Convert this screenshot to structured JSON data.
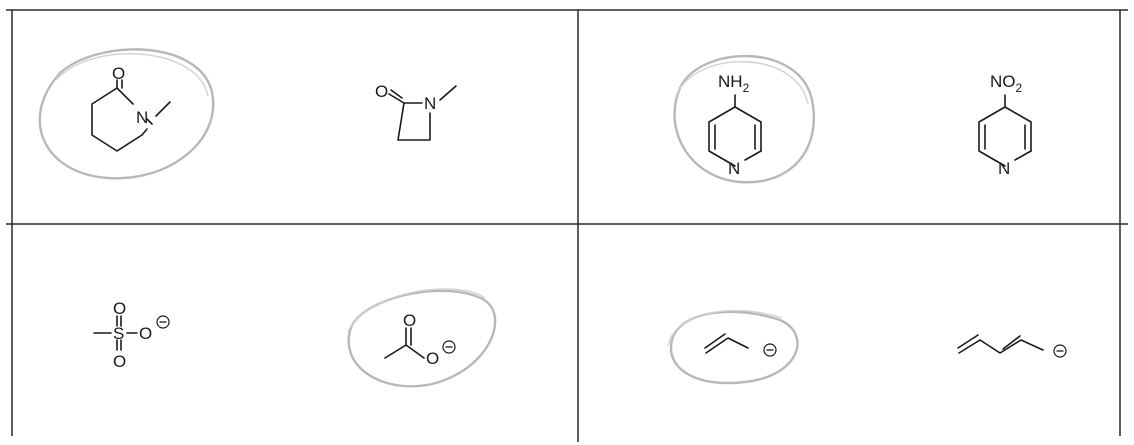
{
  "panels": [
    {
      "id": "top-left",
      "molecules": [
        {
          "name": "N-methyl-2-piperidone",
          "circled": true,
          "atoms": {
            "o": "O",
            "n": "N"
          }
        },
        {
          "name": "N-methyl-azetidinone",
          "circled": false,
          "atoms": {
            "o": "O",
            "n": "N"
          }
        }
      ]
    },
    {
      "id": "top-right",
      "molecules": [
        {
          "name": "4-aminopyridine",
          "circled": true,
          "atoms": {
            "sub_main": "NH",
            "sub_index": "2",
            "ring_n": "N"
          }
        },
        {
          "name": "4-nitropyridine",
          "circled": false,
          "atoms": {
            "sub_main": "NO",
            "sub_index": "2",
            "ring_n": "N"
          }
        }
      ]
    },
    {
      "id": "bottom-left",
      "molecules": [
        {
          "name": "methanesulfonate",
          "circled": false,
          "atoms": {
            "s": "S",
            "o_top": "O",
            "o_bottom": "O",
            "o_right": "O"
          }
        },
        {
          "name": "acetate",
          "circled": true,
          "atoms": {
            "o_top": "O",
            "o_right": "O"
          }
        }
      ]
    },
    {
      "id": "bottom-right",
      "molecules": [
        {
          "name": "allyl-anion",
          "circled": true
        },
        {
          "name": "pentadienyl-anion",
          "circled": false
        }
      ]
    }
  ],
  "charge_symbol": "negative-charge-icon"
}
